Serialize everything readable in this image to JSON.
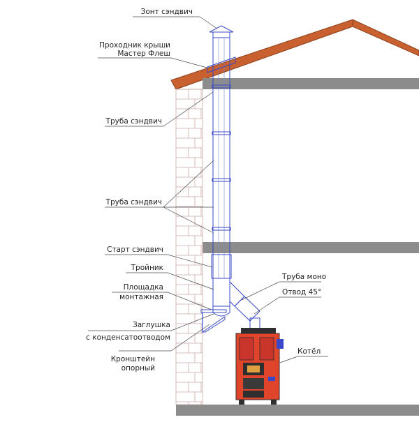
{
  "colors": {
    "roof": "#c8602f",
    "roof_edge": "#8a3f1c",
    "floor_slab": "#8c8c8c",
    "brick_line": "#c9a9a6",
    "pipe_line": "#3a48c8",
    "boiler_body": "#e0442a",
    "boiler_dark": "#2f2f2f",
    "label_text": "#222222"
  },
  "labels": {
    "cap": "Зонт сэндвич",
    "roof_pass_1": "Проходник крыши",
    "roof_pass_2": "Мастер Флеш",
    "sandwich_pipe_top": "Труба сэндвич",
    "sandwich_pipe_mid": "Труба сэндвич",
    "start_sandwich": "Старт сэндвич",
    "tee": "Тройник",
    "platform_1": "Площадка",
    "platform_2": "монтажная",
    "plug_1": "Заглушка",
    "plug_2": "с конденсатоотводом",
    "bracket_1": "Кронштейн",
    "bracket_2": "опорный",
    "mono_pipe": "Труба моно",
    "elbow": "Отвод 45°",
    "boiler": "Котёл"
  },
  "icons": {
    "boiler": "boiler-icon",
    "chimney": "chimney-pipe-icon"
  }
}
